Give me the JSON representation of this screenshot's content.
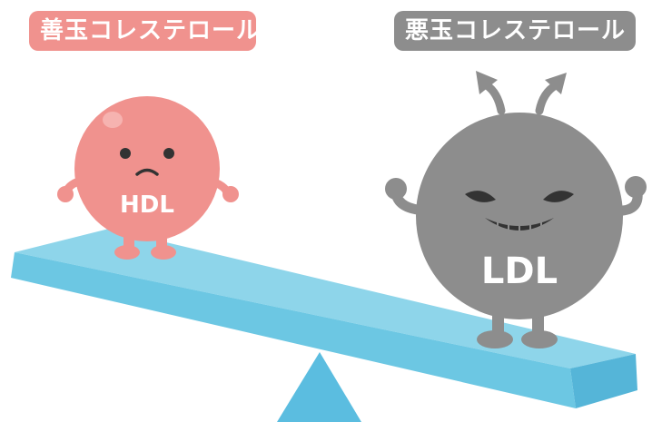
{
  "labels": {
    "good": "善玉コレステロール",
    "bad": "悪玉コレステロール"
  },
  "characters": {
    "hdl": "HDL",
    "ldl": "LDL"
  },
  "colors": {
    "good": "#f0928e",
    "bad": "#8d8d8d",
    "seesaw": "#6cc7e3"
  }
}
